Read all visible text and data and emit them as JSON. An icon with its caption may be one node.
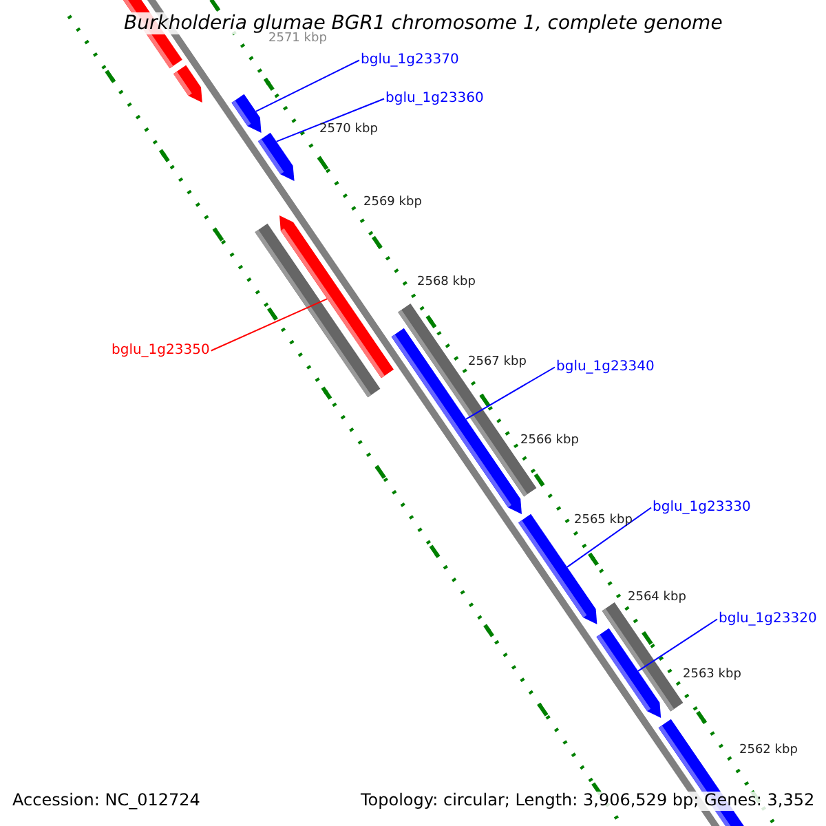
{
  "diagram": {
    "title": "Burkholderia glumae BGR1 chromosome 1, complete genome",
    "nodes": [
      {
        "text": [
          "bglu_1g23370"
        ]
      },
      {
        "text": [],
        "shape": "bar"
      },
      {
        "text": [
          "bglu_1g23360"
        ]
      },
      {
        "text": [],
        "shape": "bar"
      },
      {
        "text": [
          "bglu_1g23350"
        ]
      },
      {
        "text": [],
        "shape": "bar"
      },
      {
        "text": [
          "bglu_1g23340"
        ]
      },
      {
        "text": [],
        "shape": "bar"
      },
      {
        "text": [
          "bglu_1g23330"
        ]
      },
      {
        "text": [],
        "shape": "bar"
      },
      {
        "text": [
          "bglu_1g23320"
        ]
      },
      {
        "text": [],
        "shape": "bar"
      }
    ],
    "edges": [
      {
        "from": 0,
        "to": 1,
        "arrow": "none"
      },
      {
        "from": 2,
        "to": 3,
        "arrow": "none"
      },
      {
        "from": 4,
        "to": 5,
        "arrow": "none",
        "color": "#ff0000"
      },
      {
        "from": 6,
        "to": 7,
        "arrow": "none"
      },
      {
        "from": 8,
        "to": 9,
        "arrow": "none"
      },
      {
        "from": 10,
        "to": 11,
        "arrow": "none"
      }
    ],
    "labels": [
      "2571 kbp",
      "2570 kbp",
      "2569 kbp",
      "2568 kbp",
      "2567 kbp",
      "2566 kbp",
      "2565 kbp",
      "2564 kbp",
      "2563 kbp",
      "2562 kbp",
      "Accession: NC_012724",
      "Topology: circular; Length: 3,906,529 bp; Genes: 3,352"
    ]
  }
}
